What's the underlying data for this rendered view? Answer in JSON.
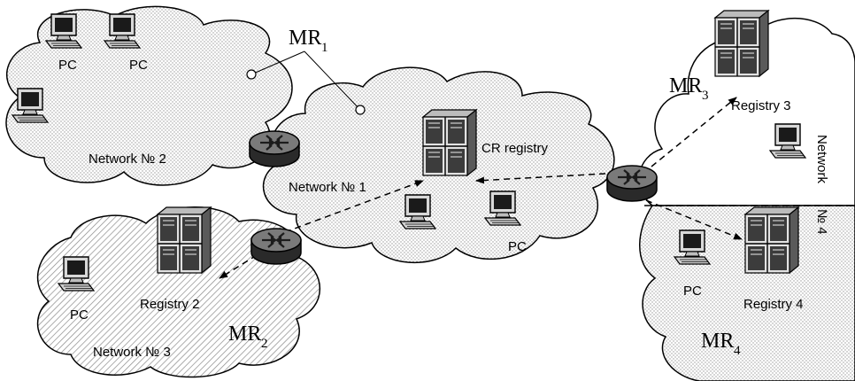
{
  "networks": {
    "n1": "Network № 1",
    "n2": "Network № 2",
    "n3": "Network № 3",
    "n4": "Network № 4"
  },
  "regions": {
    "mr1": {
      "main": "MR",
      "sub": "1"
    },
    "mr2": {
      "main": "MR",
      "sub": "2"
    },
    "mr3": {
      "main": "MR",
      "sub": "3"
    },
    "mr4": {
      "main": "MR",
      "sub": "4"
    }
  },
  "registries": {
    "cr": "CR registry",
    "r2": "Registry 2",
    "r3": "Registry 3",
    "r4": "Registry 4"
  },
  "pc_label": "PC",
  "n4_parts": {
    "a": "Network",
    "b": "№ 4"
  }
}
